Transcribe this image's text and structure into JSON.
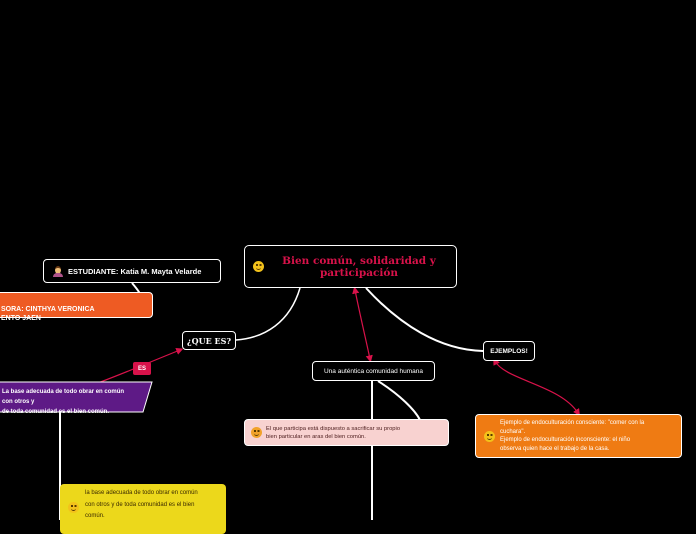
{
  "central": {
    "title": "Bien común, solidaridad y participación",
    "icon": "grinning-face-icon"
  },
  "student": {
    "label": "ESTUDIANTE: Katia M. Mayta Velarde",
    "icon": "person-icon"
  },
  "professor": {
    "label": "PROFESORA: CINTHYA VERONICA\nSARMIENTO JAEN",
    "visible_label": "SORA: CINTHYA VERONICA\nENTO JAEN"
  },
  "que_es": {
    "label": "¿QUE ES?"
  },
  "es_tag": {
    "label": "ES"
  },
  "definition": {
    "label": "La base adecuada de todo obrar en común con otros y\nde toda comunidad es el bien común."
  },
  "yellow_note": {
    "label": "la base adecuada de todo obrar en común\ncon otros y de toda comunidad es el bien\ncomún.",
    "icon": "grinning-face-icon"
  },
  "ejemplos": {
    "label": "EJEMPLOS!"
  },
  "comunidad": {
    "label": "Una auténtica comunidad humana"
  },
  "sacrifice": {
    "label": "El que participa está dispuesto a sacrificar su propio\nbien particular en aras del bien común.",
    "icon": "smiling-face-icon"
  },
  "examples": {
    "label": "Ejemplo de endoculturación consciente: \"comer con la\ncuchara\".\nEjemplo de endoculturación inconsciente: el niño\nobserva quien hace el trabajo de la casa.",
    "icon": "grinning-face-icon"
  },
  "colors": {
    "background": "#000000",
    "accent": "#d8124a",
    "professor": "#ee5b23",
    "purple": "#5e1a86",
    "yellow": "#ecd81b",
    "pink": "#f8d2d0",
    "orange": "#ef7b13"
  }
}
